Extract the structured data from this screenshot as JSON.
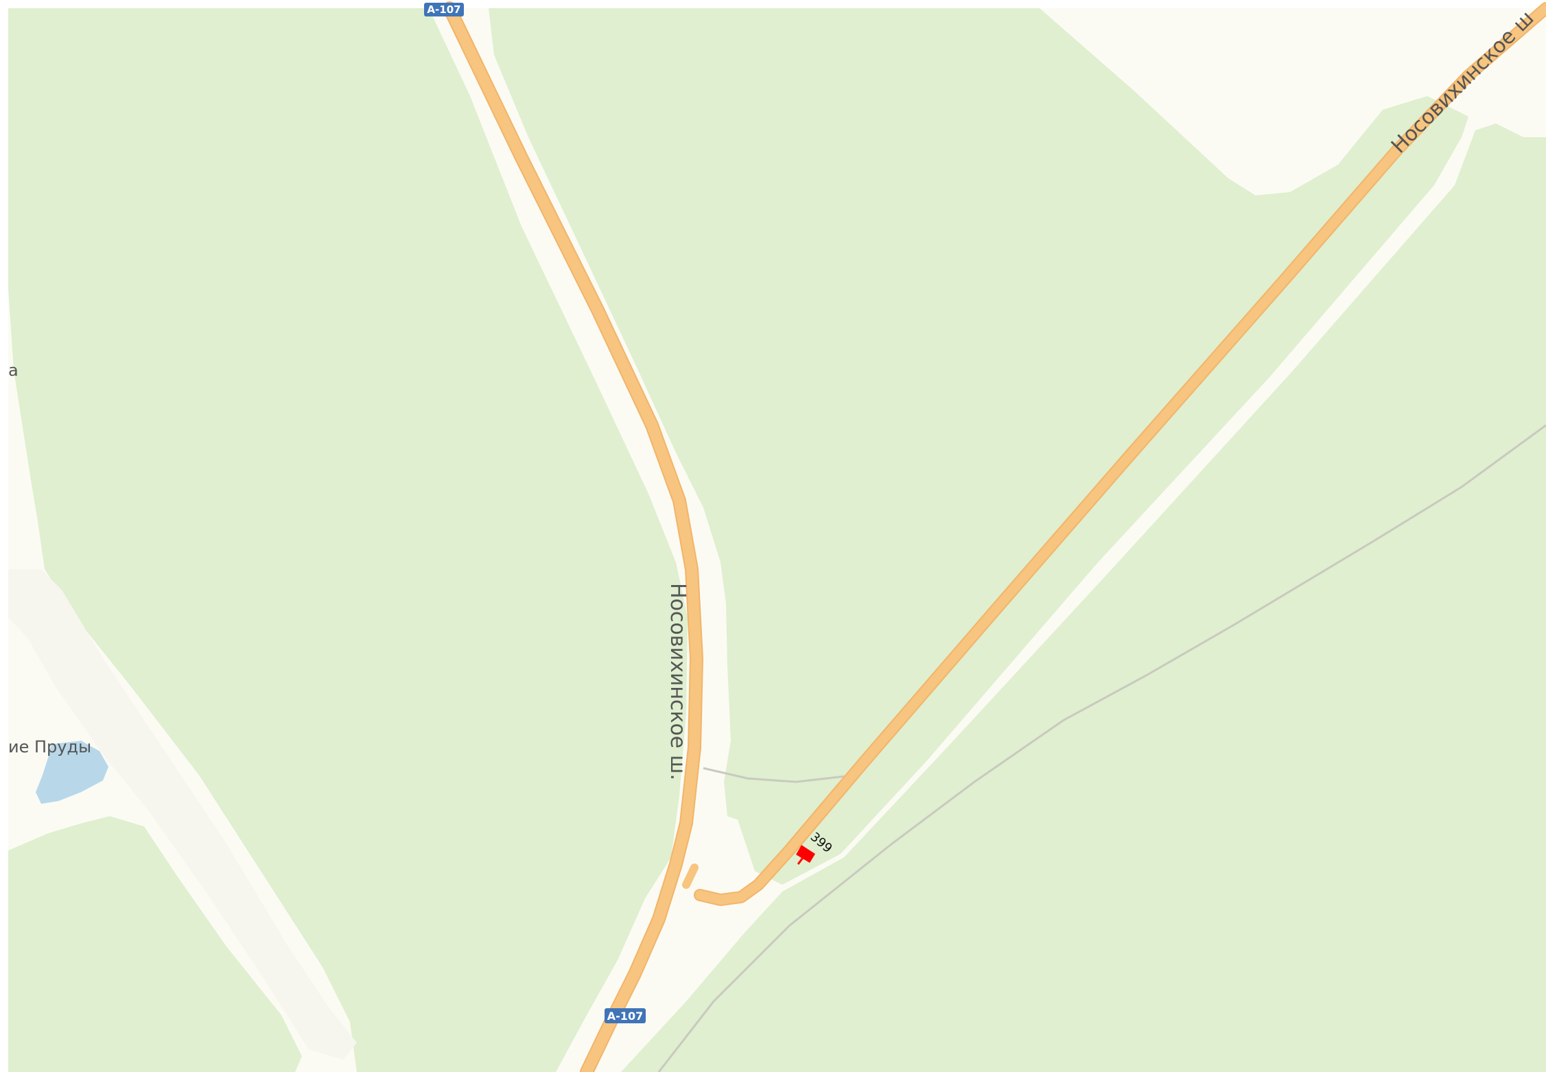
{
  "map": {
    "road_labels": {
      "nosovikhinskoe_center": "Носовихинское ш.",
      "nosovikhinskoe_top_right": "Носовихинское ш"
    },
    "shields": {
      "top": "А-107",
      "bottom": "А-107"
    },
    "place_labels": {
      "ponds": "ие Пруды",
      "left_edge_fragment": "а"
    },
    "marker": {
      "label": "399",
      "color": "#ff0000"
    },
    "colors": {
      "forest": "#dfefcf",
      "open_land": "#fbfbf4",
      "road_fill": "#f7c57f",
      "road_casing": "#f2b46a",
      "water": "#b8d8ea",
      "shield": "#3f74b8",
      "path": "#c9c9c0"
    }
  }
}
